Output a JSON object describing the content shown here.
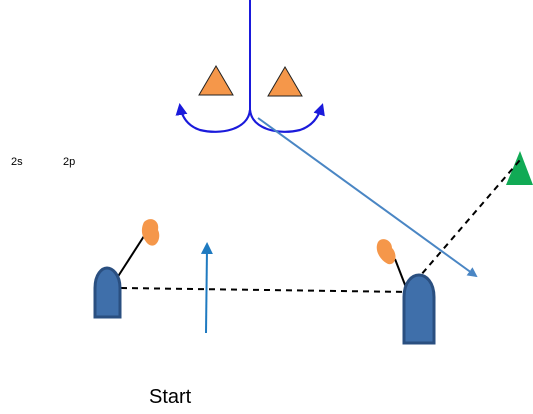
{
  "labels": {
    "left_tag": "2s",
    "right_tag": "2p",
    "start": "Start"
  },
  "colors": {
    "mark_orange": "#f5974a",
    "mark_green": "#11aa55",
    "boat_fill": "#3f6faa",
    "boat_stroke": "#2a4f80",
    "arc_blue": "#1a1adb",
    "path_blue": "#4a86c4",
    "wind_blue": "#1f7ac0"
  }
}
